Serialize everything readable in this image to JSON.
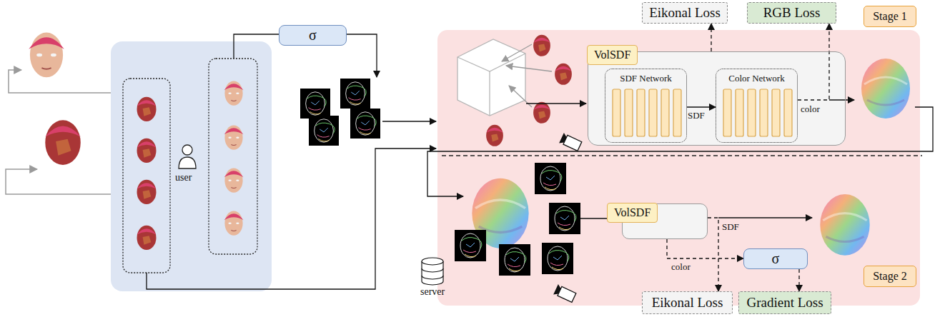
{
  "diagram": {
    "nodes": [
      {
        "text": [
          "σ"
        ]
      },
      {
        "text": [
          "Eikonal Loss"
        ]
      },
      {
        "text": [
          "RGB Loss"
        ]
      },
      {
        "text": [
          "Stage 1"
        ]
      },
      {
        "text": [
          "VolSDF"
        ]
      },
      {
        "text": [
          "SDF Network"
        ],
        "in": 4
      },
      {
        "text": [
          "Color Network"
        ],
        "in": 4
      },
      {
        "text": [
          "VolSDF"
        ]
      },
      {
        "text": [
          "σ"
        ]
      },
      {
        "text": [
          "Stage 2"
        ]
      },
      {
        "text": [
          "Eikonal Loss"
        ]
      },
      {
        "text": [
          "Gradient Loss"
        ]
      }
    ],
    "edges": [
      {
        "from": 5,
        "to": 6,
        "label": "SDF",
        "arrow": "to"
      },
      {
        "from": 4,
        "to": 1,
        "arrow": "to"
      },
      {
        "from": 6,
        "to": 2,
        "arrow": "to"
      },
      {
        "from": 7,
        "to": 10,
        "label": "SDF",
        "arrow": "to"
      },
      {
        "from": 7,
        "to": 8,
        "label": "color",
        "arrow": "to"
      },
      {
        "from": 8,
        "to": 11,
        "arrow": "to"
      }
    ],
    "labels": [
      "color",
      "user",
      "server"
    ]
  }
}
